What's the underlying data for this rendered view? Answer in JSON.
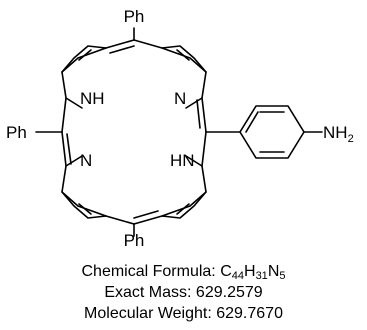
{
  "molecule": {
    "labels": {
      "ph_top": "Ph",
      "ph_left": "Ph",
      "ph_bottom": "Ph",
      "nh_upper": "NH",
      "n_upper": "N",
      "n_lower": "N",
      "hn_lower": "HN",
      "amine_group": "NH",
      "amine_subscript": "2"
    }
  },
  "caption": {
    "formula_label": "Chemical Formula: ",
    "formula_parts": [
      {
        "el": "C",
        "n": "44"
      },
      {
        "el": "H",
        "n": "31"
      },
      {
        "el": "N",
        "n": "5"
      }
    ],
    "exact_mass": "Exact Mass: 629.2579",
    "molecular_weight": "Molecular Weight: 629.7670"
  }
}
